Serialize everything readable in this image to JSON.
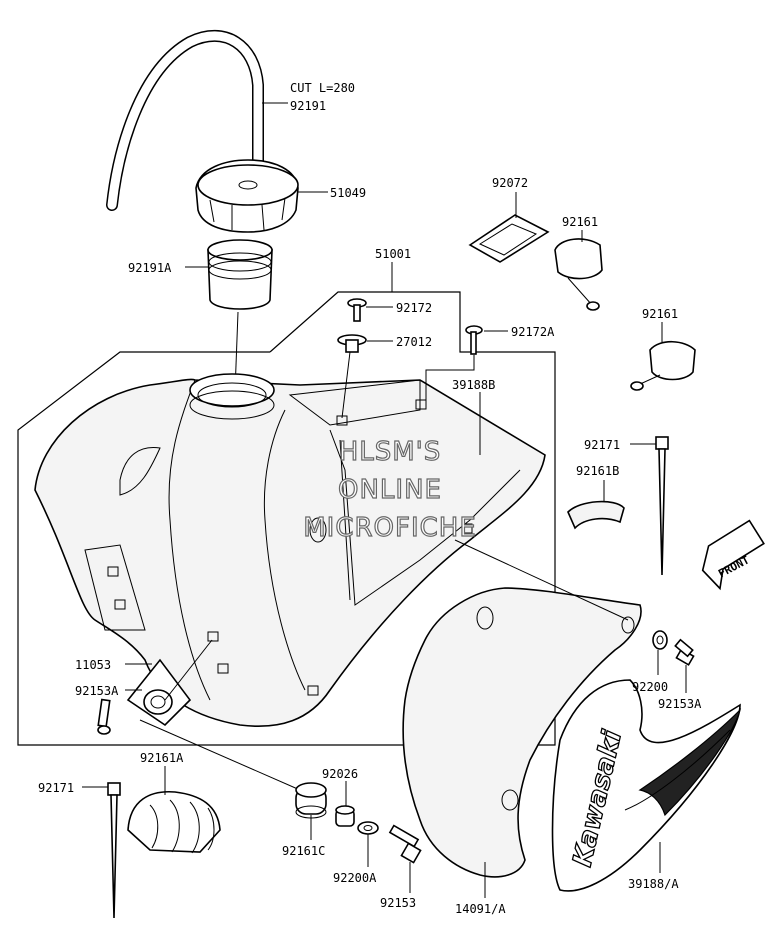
{
  "watermark": {
    "line1": "HLSM'S",
    "line2": "ONLINE",
    "line3": "MICROFICHE"
  },
  "front_marker": "FRONT",
  "labels": {
    "cut": "CUT L=280",
    "p92191": "92191",
    "p51049": "51049",
    "p92191A": "92191A",
    "p51001": "51001",
    "p92172": "92172",
    "p27012": "27012",
    "p92172A": "92172A",
    "p39188B": "39188B",
    "p92072": "92072",
    "p92161_top": "92161",
    "p92161_mid": "92161",
    "p92171_right": "92171",
    "p92161B": "92161B",
    "p11053": "11053",
    "p92153A_left": "92153A",
    "p92200": "92200",
    "p92153A_right": "92153A",
    "p92171_left": "92171",
    "p92161A": "92161A",
    "p92026": "92026",
    "p92161C": "92161C",
    "p92200A": "92200A",
    "p92153": "92153",
    "p14091A": "14091/A",
    "p39188A": "39188/A"
  },
  "brand_decal": "Kawasaki"
}
